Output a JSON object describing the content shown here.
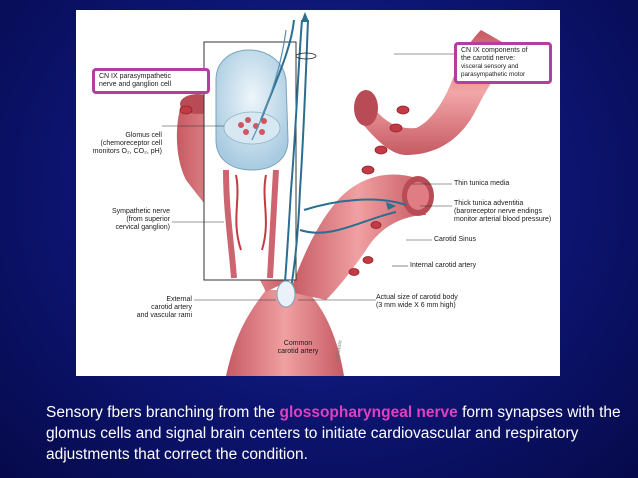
{
  "figure": {
    "callouts": {
      "cn_ix_parasympathetic": "CN IX parasympathetic\nnerve and ganglion cell",
      "cn_ix_components_title": "CN IX components of\nthe carotid nerve:",
      "cn_ix_components_sub": "visceral sensory and\nparasympathetic motor"
    },
    "labels": {
      "glomus_cell": "Glomus cell\n(chemoreceptor cell\nmonitors O₂, CO₂, pH)",
      "sympathetic_nerve": "Sympathetic nerve\n(from superior\ncervical ganglion)",
      "external_carotid": "External\ncarotid artery\nand vascular rami",
      "common_carotid": "Common\ncarotid artery",
      "thin_tunica_media": "Thin tunica media",
      "thick_tunica_adventitia": "Thick tunica adventitia\n(baroreceptor nerve endings\nmonitor arterial blood pressure)",
      "carotid_sinus": "Carotid Sinus",
      "internal_carotid": "Internal carotid artery",
      "actual_size": "Actual size of carotid body\n(3 mm wide X 6 mm high)"
    },
    "colors": {
      "artery": "#e8868a",
      "artery_dark": "#c9555e",
      "callout_border": "#b33ea0",
      "nerve": "#2a6f8f"
    }
  },
  "caption": {
    "part1": "Sensory fbers branching from the ",
    "highlight": "glossopharyngeal nerve",
    "part2": " form synapses with the glomus cells and signal brain centers to initiate cardiovascular and respiratory adjustments that correct the condition."
  }
}
